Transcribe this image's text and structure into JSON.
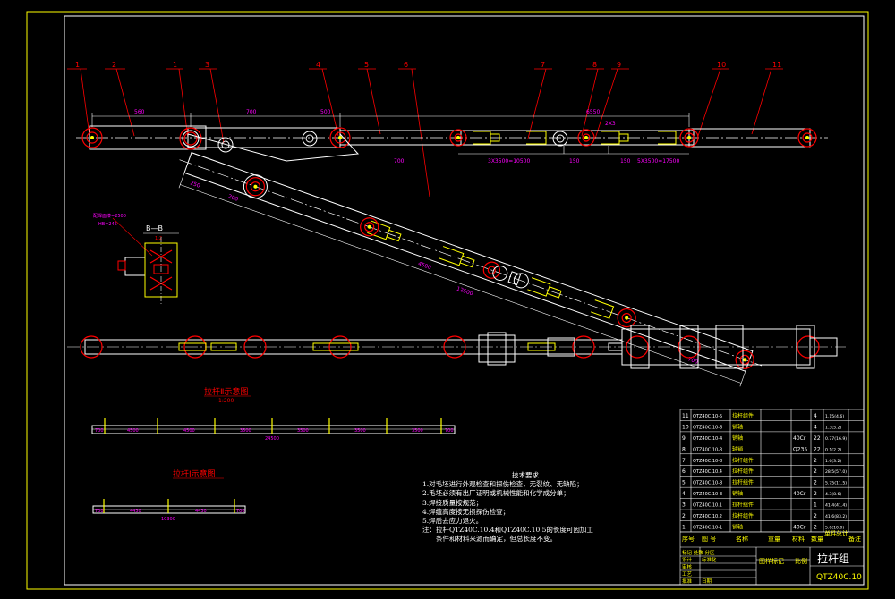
{
  "title_block": {
    "drawing_name": "拉杆组",
    "drawing_code": "QTZ40C.10",
    "header_seq": "序号",
    "header_code": "图 号",
    "header_name": "名称",
    "header_qty": "数量",
    "header_material": "材料",
    "header_weight": "重量",
    "header_note": "备注",
    "header_unit": "单件",
    "header_total": "总计",
    "header_stage": "图样标记",
    "header_scale": "比例"
  },
  "parts_list": [
    {
      "seq": "11",
      "code": "QTZ40C.10-5",
      "name": "拉杆组件",
      "qty": "4",
      "weight": "1.15(4.6)"
    },
    {
      "seq": "10",
      "code": "QTZ40C.10-6",
      "name": "销轴",
      "qty": "4",
      "weight": "1.3(5.2)"
    },
    {
      "seq": "9",
      "code": "QTZ40C.10-4",
      "name": "销轴",
      "material": "40Cr",
      "qty": "22",
      "weight": "0.77(16.9)"
    },
    {
      "seq": "8",
      "code": "QTZ40C.10-3",
      "name": "轴销",
      "material": "Q235",
      "qty": "22",
      "weight": "0.1(2.2)"
    },
    {
      "seq": "7",
      "code": "QTZ40C.10-8",
      "name": "拉杆组件",
      "qty": "2",
      "weight": "1.6(3.2)"
    },
    {
      "seq": "6",
      "code": "QTZ40C.10.4",
      "name": "拉杆组件",
      "qty": "2",
      "weight": "28.5(57.0)"
    },
    {
      "seq": "5",
      "code": "QTZ40C.10-8",
      "name": "拉杆组件",
      "qty": "2",
      "weight": "5.75(11.5)"
    },
    {
      "seq": "4",
      "code": "QTZ40C.10-3",
      "name": "销轴",
      "material": "40Cr",
      "qty": "2",
      "weight": "4.3(8.6)"
    },
    {
      "seq": "3",
      "code": "QTZ40C.10.1",
      "name": "拉杆组件",
      "qty": "1",
      "weight": "41.4(41.4)"
    },
    {
      "seq": "2",
      "code": "QTZ40C.10.2",
      "name": "拉杆组件",
      "qty": "2",
      "weight": "41.6(83.2)"
    },
    {
      "seq": "1",
      "code": "QTZ40C.10-1",
      "name": "销轴",
      "material": "40Cr",
      "qty": "2",
      "weight": "5.0(10.0)"
    }
  ],
  "tech_notes": {
    "title": "技术要求",
    "items": [
      "1.对毛坯进行外观检查和探伤检查，无裂纹、无缺陷；",
      "2.毛坯必须有出厂证明或机械性能和化学成分单；",
      "3.焊接质量按规范；",
      "4.焊缝高度按无损探伤检查；",
      "5.焊后去应力退火。",
      "注：拉杆QTZ40C.10.4和QTZ40C.10.5的长度可因加工",
      "　　条件和材料来源而确定，但总长度不变。"
    ]
  },
  "callouts": [
    "1",
    "2",
    "1",
    "3",
    "4",
    "5",
    "6",
    "7",
    "8",
    "9",
    "10",
    "11"
  ],
  "dims_top": {
    "d1": "560",
    "d2": "700",
    "d3": "500",
    "d4": "6550",
    "d5": "700",
    "d6": "150",
    "d7": "3X3500=10500",
    "d8": "150",
    "d9": "5X3500=17500",
    "d10": "2X3"
  },
  "dims_slant": {
    "d1": "250",
    "d2": "200",
    "d3": "4500",
    "d4": "12500",
    "d5": "700"
  },
  "section_label": "B—B",
  "section_scale": "1:2",
  "section_note_1": "配焊面漆=2500",
  "section_note_2": "HB=245",
  "sheet1": {
    "title": "拉杆Ⅱ示意图",
    "scale": "1:200",
    "dims": [
      "700",
      "4500",
      "4500",
      "3500",
      "3500",
      "3500",
      "3500",
      "700"
    ],
    "total": "24500"
  },
  "sheet2": {
    "title": "拉杆Ⅰ示意图",
    "dims": [
      "700",
      "4450",
      "4450",
      "700"
    ],
    "total": "10300"
  },
  "title_rows": {
    "r1": "标记 处数 分区",
    "r2": "设计",
    "r3": "审核",
    "r4": "工艺",
    "r5": "批准",
    "r6": "标准化",
    "r7": "日期"
  },
  "colors": {
    "frame": "#ffff00",
    "line": "#ffffff",
    "red": "#ff0000",
    "dim": "#ff00ff",
    "part": "#ffff00"
  }
}
